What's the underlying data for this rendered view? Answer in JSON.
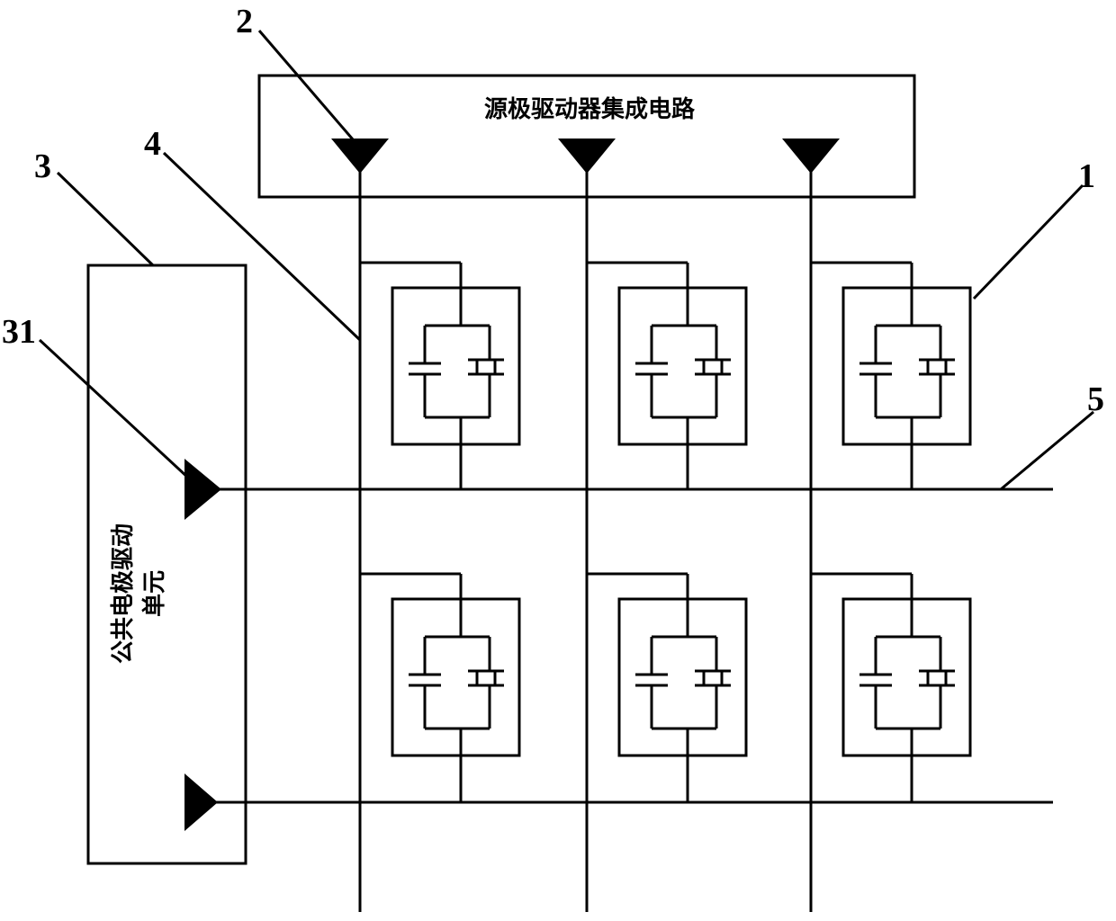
{
  "source_driver": {
    "label": "源极驱动器集成电路"
  },
  "common_driver": {
    "label_line1": "公共电极驱动",
    "label_line2": "单元"
  },
  "reference_numbers": {
    "pixel_unit": "1",
    "source_output": "2",
    "common_driver_unit": "3",
    "data_line": "4",
    "common_electrode_line": "5",
    "common_output": "31"
  },
  "pixel_grid": {
    "rows": 2,
    "columns": 3
  }
}
